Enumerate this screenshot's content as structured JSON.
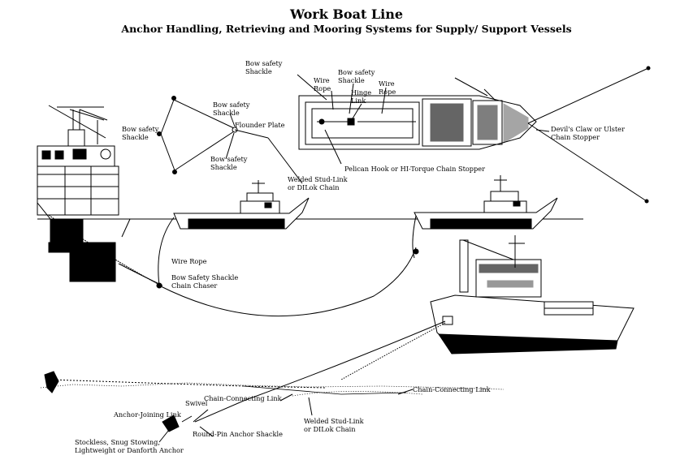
{
  "title": "Work Boat Line",
  "subtitle": "Anchor Handling, Retrieving and Mooring Systems for Supply/ Support Vessels",
  "labels": {
    "bow_safety_shackle_top": [
      "Bow safety",
      "Shackle"
    ],
    "wire_rope_1": [
      "Wire",
      "Rope"
    ],
    "bow_safety_shackle_mid": [
      "Bow safety",
      "Shackle"
    ],
    "hinge_link": [
      "Hinge",
      "Link"
    ],
    "wire_rope_2": [
      "Wire",
      "Rope"
    ],
    "bow_safety_shackle_a": [
      "Bow safety",
      "Shackle"
    ],
    "bow_safety_shackle_b": [
      "Bow safety",
      "Shackle"
    ],
    "bow_safety_shackle_c": [
      "Bow safety",
      "Shackle"
    ],
    "flounder_plate": "Flounder Plate",
    "devils_claw": [
      "Devil's Claw or Ulster",
      "Chain Stopper"
    ],
    "pelican_hook": "Pelican Hook or HI-Torque Chain Stopper",
    "welded_stud_link_top": [
      "Welded Stud-Link",
      "or DILok Chain"
    ],
    "wire_rope_lower": "Wire Rope",
    "bow_safety_chaser": [
      "Bow Safety Shackle",
      "Chain Chaser"
    ],
    "chain_connecting_link_right": "Chain-Connecting Link",
    "chain_connecting_link_left": "Chain-Connecting Link",
    "swivel": "Swivel",
    "anchor_joining_link": "Anchor-Joining Link",
    "welded_stud_link_bottom": [
      "Welded Stud-Link",
      "or DILok Chain"
    ],
    "round_pin_shackle": "Round-Pin Anchor Shackle",
    "stockless_anchor": [
      "Stockless, Snug Stowing,",
      "Lightweight or Danforth Anchor"
    ]
  },
  "colors": {
    "ink": "#000000",
    "paper": "#ffffff"
  }
}
